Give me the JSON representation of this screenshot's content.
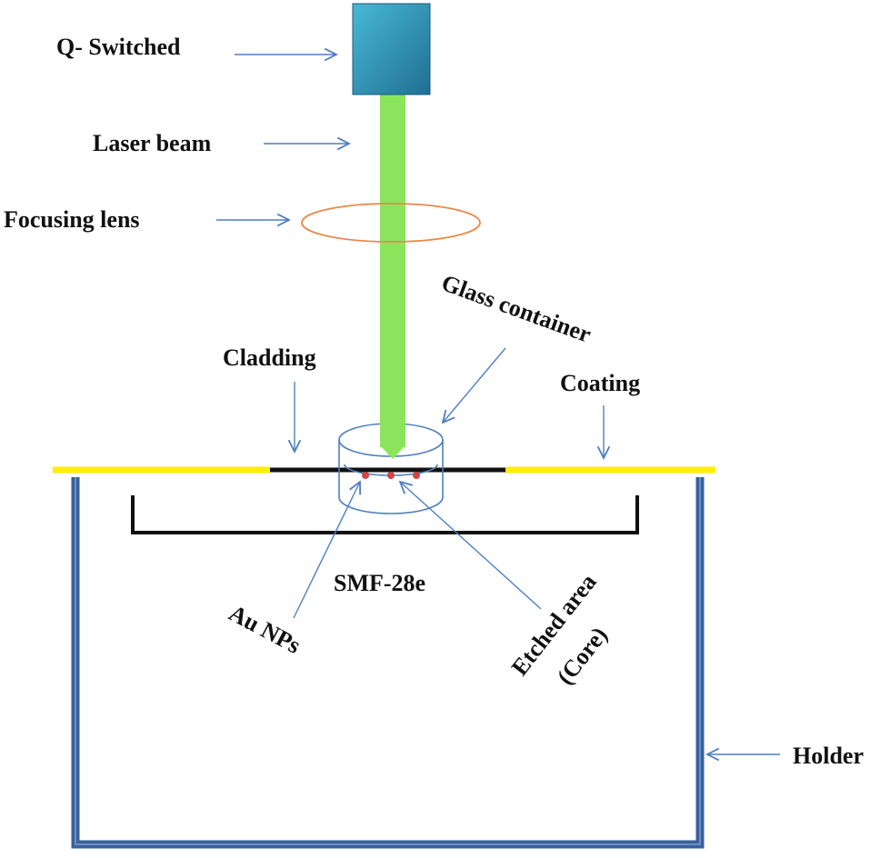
{
  "labels": {
    "q_switched": "Q- Switched",
    "laser_beam": "Laser beam",
    "focusing_lens": "Focusing lens",
    "glass_container": "Glass container",
    "cladding": "Cladding",
    "coating": "Coating",
    "smf": "SMF-28e",
    "au_nps": "Au NPs",
    "etched_area_line1": "Etched area",
    "etched_area_line2": "(Core)",
    "holder": "Holder"
  },
  "colors": {
    "laser_head": "#2b8cb0",
    "laser_beam": "#8be55c",
    "lens": "#e8894a",
    "coating": "#ffee00",
    "cladding": "#111111",
    "holder": "#3a5f9a",
    "arrow": "#4f7fc0",
    "nanoparticle": "#d04545"
  }
}
